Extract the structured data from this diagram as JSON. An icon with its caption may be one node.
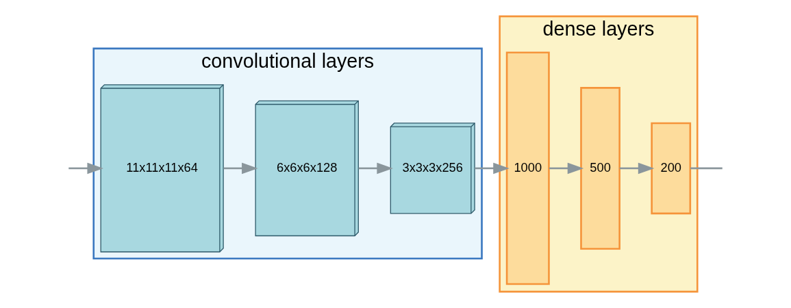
{
  "diagram": {
    "nodes": [
      {
        "text": [
          "convolutional layers"
        ]
      },
      {
        "text": [
          "11x11x11x64"
        ],
        "in": 0
      },
      {
        "text": [
          "6x6x6x128"
        ],
        "in": 0
      },
      {
        "text": [
          "3x3x3x256"
        ],
        "in": 0
      },
      {
        "text": [
          "dense layers"
        ]
      },
      {
        "text": [
          "1000"
        ],
        "in": 4
      },
      {
        "text": [
          "500"
        ],
        "in": 4
      },
      {
        "text": [
          "200"
        ],
        "in": 4
      }
    ],
    "edges": [
      {
        "from": null,
        "to": 1,
        "arrow": "to"
      },
      {
        "from": 1,
        "to": 2,
        "arrow": "to"
      },
      {
        "from": 2,
        "to": 3,
        "arrow": "to"
      },
      {
        "from": 3,
        "to": 5,
        "arrow": "to"
      },
      {
        "from": 5,
        "to": 6,
        "arrow": "to"
      },
      {
        "from": 6,
        "to": 7,
        "arrow": "to"
      },
      {
        "from": 7,
        "to": null,
        "arrow": "none"
      }
    ]
  }
}
